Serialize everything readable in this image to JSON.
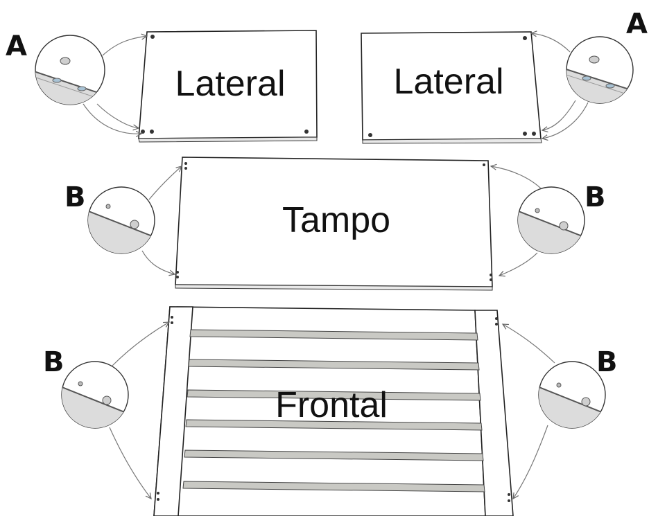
{
  "panels": {
    "lateral_left": "Lateral",
    "lateral_right": "Lateral",
    "tampo": "Tampo",
    "frontal": "Frontal"
  },
  "markers": {
    "top_left": "A",
    "top_right": "A",
    "middle_left": "B",
    "middle_right": "B",
    "bottom_left": "B",
    "bottom_right": "B"
  }
}
